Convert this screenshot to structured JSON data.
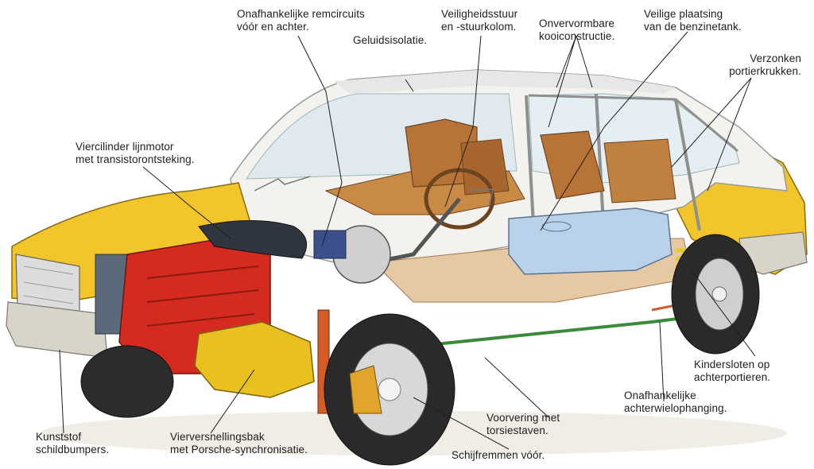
{
  "diagram": {
    "labels": {
      "remcircuits": [
        "Onafhankelijke remcircuits",
        "vóór en achter."
      ],
      "geluid": [
        "Geluidsisolatie."
      ],
      "stuur": [
        "Veiligheidsstuur",
        "en -stuurkolom."
      ],
      "kooi": [
        "Onvervormbare",
        "kooiconstructie."
      ],
      "benzinetank": [
        "Veilige plaatsing",
        "van de benzinetank."
      ],
      "portierkrukken": [
        "Verzonken",
        "portierkrukken."
      ],
      "motor": [
        "Viercilinder lijnmotor",
        "met transistorontsteking."
      ],
      "kindersloten": [
        "Kindersloten op",
        "achterportieren."
      ],
      "wielophanging": [
        "Onafhankelijke",
        "achterwielophanging."
      ],
      "voorvering": [
        "Voorvering met",
        "torsiestaven."
      ],
      "bumpers": [
        "Kunststof",
        "schildbumpers."
      ],
      "versnellingsbak": [
        "Vierversnellingsbak",
        "met Porsche-synchronisatie."
      ],
      "schijfremmen": [
        "Schijfremmen vóór."
      ]
    },
    "colors": {
      "body_yellow": "#f2c62a",
      "interior_tan": "#c98a45",
      "engine_red": "#d42a1f",
      "gearbox_yellow": "#e8c020",
      "glass_blue": "#cfe0ea",
      "tank_blue": "#b9d2ea",
      "spring_yellow": "#e5cc2a"
    }
  }
}
